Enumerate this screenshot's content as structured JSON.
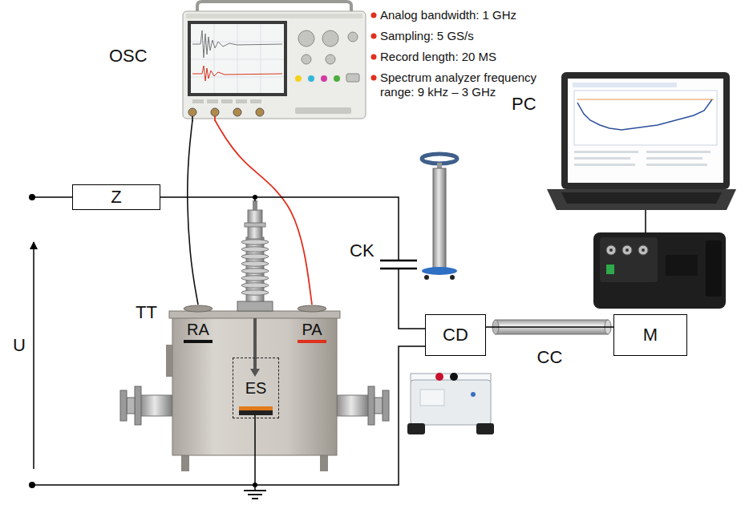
{
  "diagram": {
    "nodes": [
      {
        "text": [
          "OSC"
        ]
      },
      {
        "text": [
          "Z"
        ]
      },
      {
        "text": [
          "TT"
        ]
      },
      {
        "text": [
          "RA"
        ],
        "in": 2
      },
      {
        "text": [
          "PA"
        ],
        "in": 2
      },
      {
        "text": [
          "ES"
        ],
        "in": 2
      },
      {
        "text": [
          "CD"
        ]
      },
      {
        "text": [
          "M"
        ]
      },
      {
        "text": [
          "PC"
        ]
      }
    ],
    "edges": [
      {
        "from": 0,
        "to": 3,
        "arrow": "none"
      },
      {
        "from": 0,
        "to": 4,
        "arrow": "none"
      },
      {
        "from": 1,
        "to": 6,
        "arrow": "none"
      },
      {
        "from": 6,
        "to": 7,
        "label": "CC",
        "arrow": "none"
      }
    ],
    "labels": [
      "Analog bandwidth: 1 GHz",
      "Sampling: 5 GS/s",
      "Record length: 20 MS",
      "Spectrum analyzer frequency range: 9 kHz – 3 GHz",
      "U",
      "CK"
    ]
  }
}
